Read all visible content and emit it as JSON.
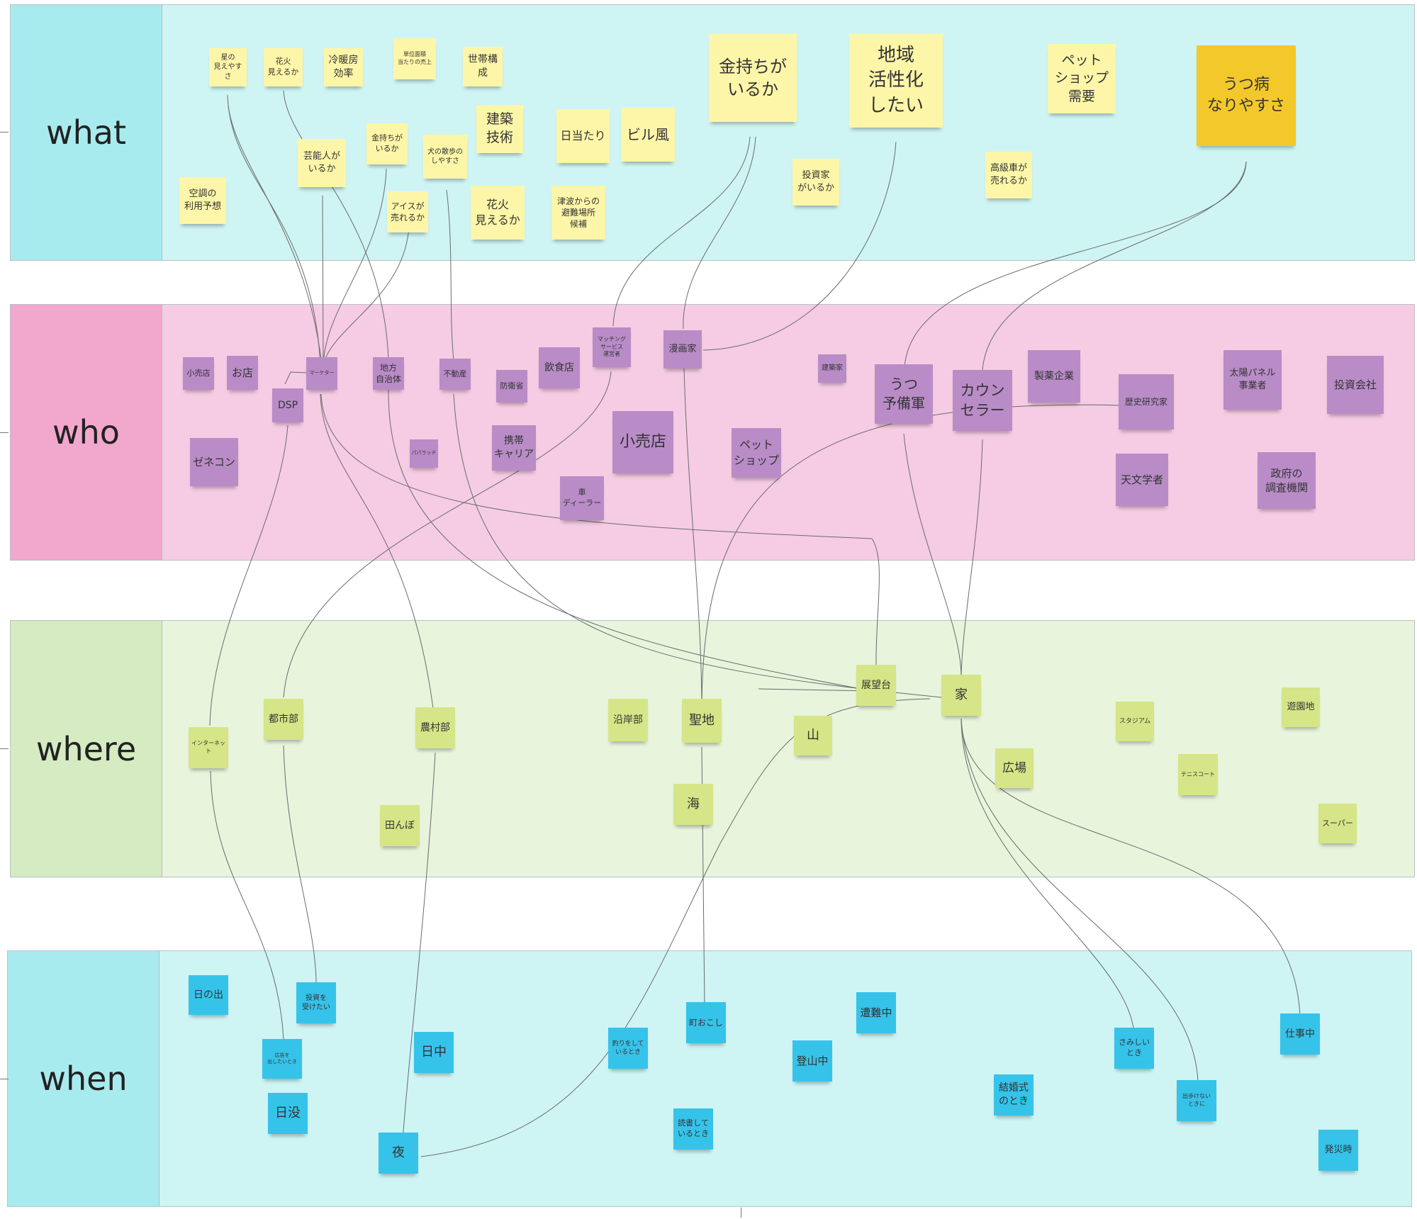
{
  "lanes": {
    "what": "what",
    "who": "who",
    "where": "where",
    "when": "when"
  },
  "colors": {
    "what_lane": "#cff4f4",
    "who_lane": "#f5cce3",
    "where_lane": "#e8f4dc",
    "when_lane": "#cff4f4",
    "note_yellow": "#fdf6a8",
    "note_orange": "#f3c82b",
    "note_purple": "#b98cc7",
    "note_lime": "#d6e587",
    "note_cyan": "#36c3ea",
    "connector": "#6b6b6b"
  },
  "what_notes": [
    "星の\n見えやすさ",
    "花火\n見えるか",
    "冷暖房\n効率",
    "単位面積\n当たりの売上",
    "世帯構\n成",
    "金持ちが\nいるか",
    "地域\n活性化\nしたい",
    "ペット\nショップ\n需要",
    "うつ病\nなりやすさ",
    "金持ちが\nいるか",
    "犬の散歩の\nしやすさ",
    "建築\n技術",
    "日当たり",
    "ビル風",
    "芸能人が\nいるか",
    "空調の\n利用予想",
    "アイスが\n売れるか",
    "花火\n見えるか",
    "津波からの\n避難場所\n候補",
    "投資家\nがいるか",
    "高級車が\n売れるか"
  ],
  "who_notes": [
    "小売店",
    "お店",
    "マーケター",
    "地方\n自治体",
    "不動産",
    "防衛省",
    "飲食店",
    "マッチング\nサービス\n運営者",
    "漫画家",
    "建築家",
    "うつ\n予備軍",
    "カウン\nセラー",
    "製薬企業",
    "歴史研究家",
    "太陽パネル\n事業者",
    "投資会社",
    "DSP",
    "ゼネコン",
    "パパラッチ",
    "携帯\nキャリア",
    "小売店",
    "車\nディーラー",
    "ペット\nショップ",
    "天文学者",
    "政府の\n調査機関"
  ],
  "where_notes": [
    "インターネット",
    "都市部",
    "農村部",
    "田んぼ",
    "沿岸部",
    "聖地",
    "海",
    "山",
    "展望台",
    "家",
    "広場",
    "スタジアム",
    "テニスコート",
    "遊園地",
    "スーパー"
  ],
  "when_notes": [
    "日の出",
    "投資を\n受けたい",
    "広告を\n出したいとき",
    "日没",
    "日中",
    "夜",
    "釣りをして\nいるとき",
    "町おこし",
    "読書して\nいるとき",
    "登山中",
    "遭難中",
    "結婚式\nのとき",
    "さみしい\nとき",
    "出歩けない\nときに",
    "仕事中",
    "発災時"
  ]
}
